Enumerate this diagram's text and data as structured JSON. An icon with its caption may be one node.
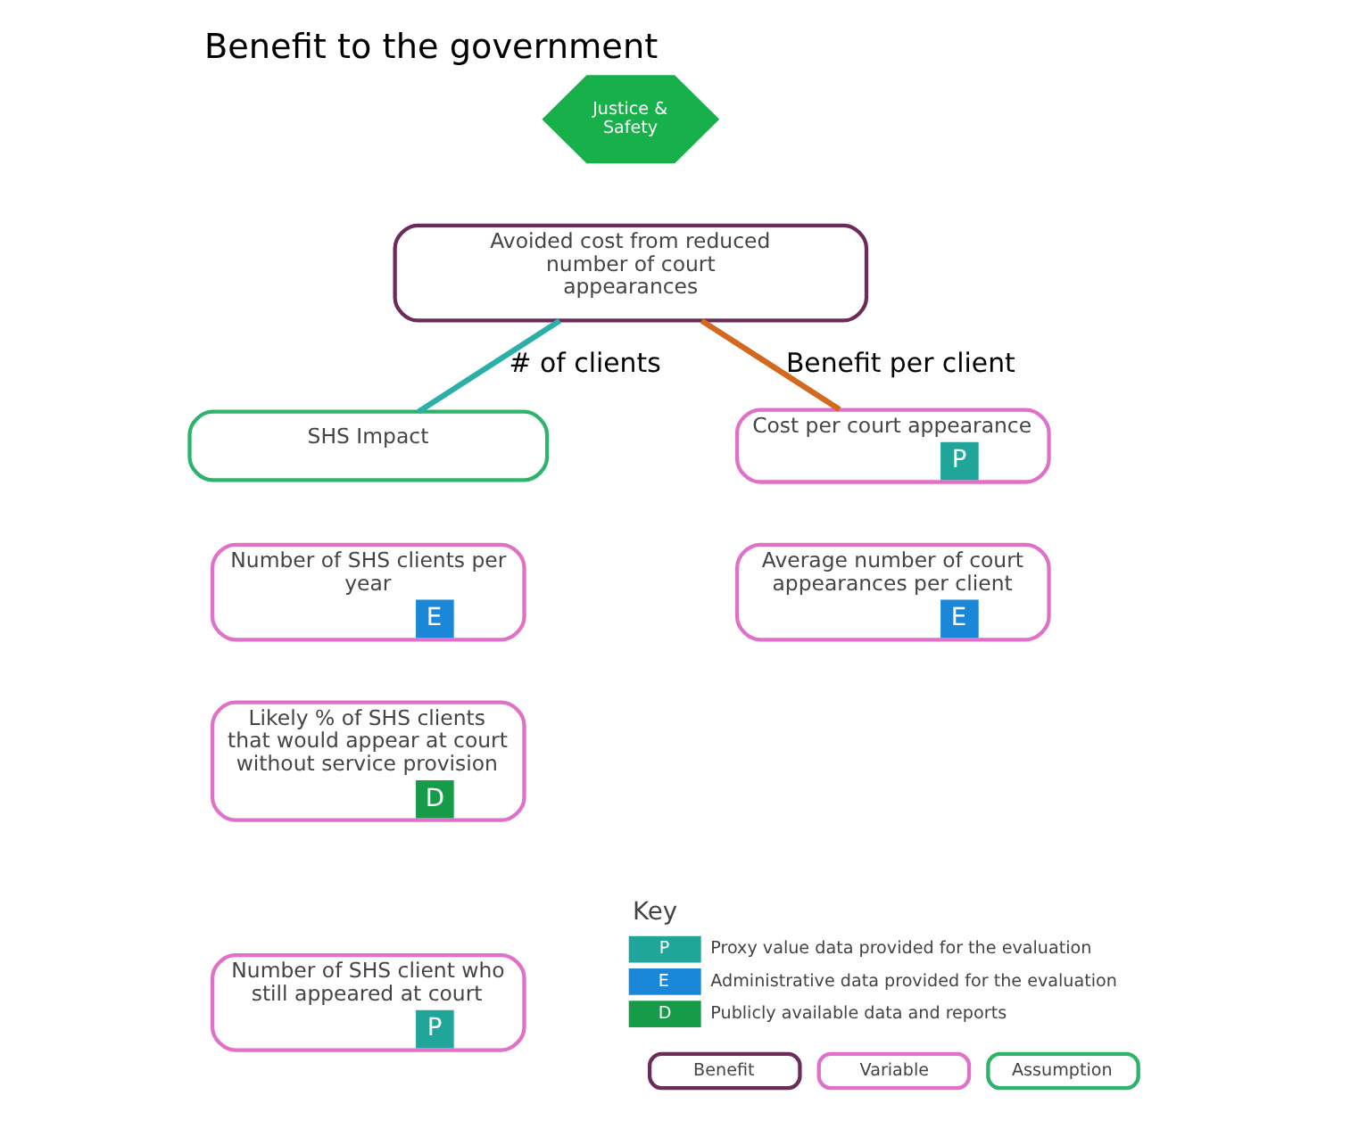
{
  "diagram": {
    "title": "Benefit to the government",
    "nodes": [
      {
        "text": [
          "Justice & Safety"
        ]
      },
      {
        "text": [
          "Avoided cost from reduced number of court appearances"
        ]
      },
      {
        "text": [
          "SHS Impact"
        ]
      },
      {
        "text": [
          "Number of SHS clients per year",
          "E"
        ]
      },
      {
        "text": [
          "Likely % of SHS clients that would appear at court without service provision",
          "D"
        ]
      },
      {
        "text": [
          "Number of SHS client who still appeared at court",
          "P"
        ]
      },
      {
        "text": [
          "Cost per court appearance",
          "P"
        ]
      },
      {
        "text": [
          "Average number of court appearances per client",
          "E"
        ]
      }
    ],
    "edges": [
      {
        "from": 1,
        "to": 2,
        "arrow": "none",
        "label": "# of clients",
        "color": "#2ab0a8"
      },
      {
        "from": 1,
        "to": 6,
        "arrow": "none",
        "label": "Benefit per client",
        "color": "#d2691e"
      }
    ],
    "labels": [
      "Key",
      "P",
      "E",
      "D"
    ],
    "legend": [
      {
        "text": "Proxy value data provided for the evaluation",
        "color": "#1fa59a"
      },
      {
        "text": "Administrative data provided for the evaluation",
        "color": "#1a87d8"
      },
      {
        "text": "Publicly available data and reports",
        "color": "#169c48"
      },
      {
        "text": "Benefit"
      },
      {
        "text": "Variable"
      },
      {
        "text": "Assumption"
      }
    ]
  }
}
